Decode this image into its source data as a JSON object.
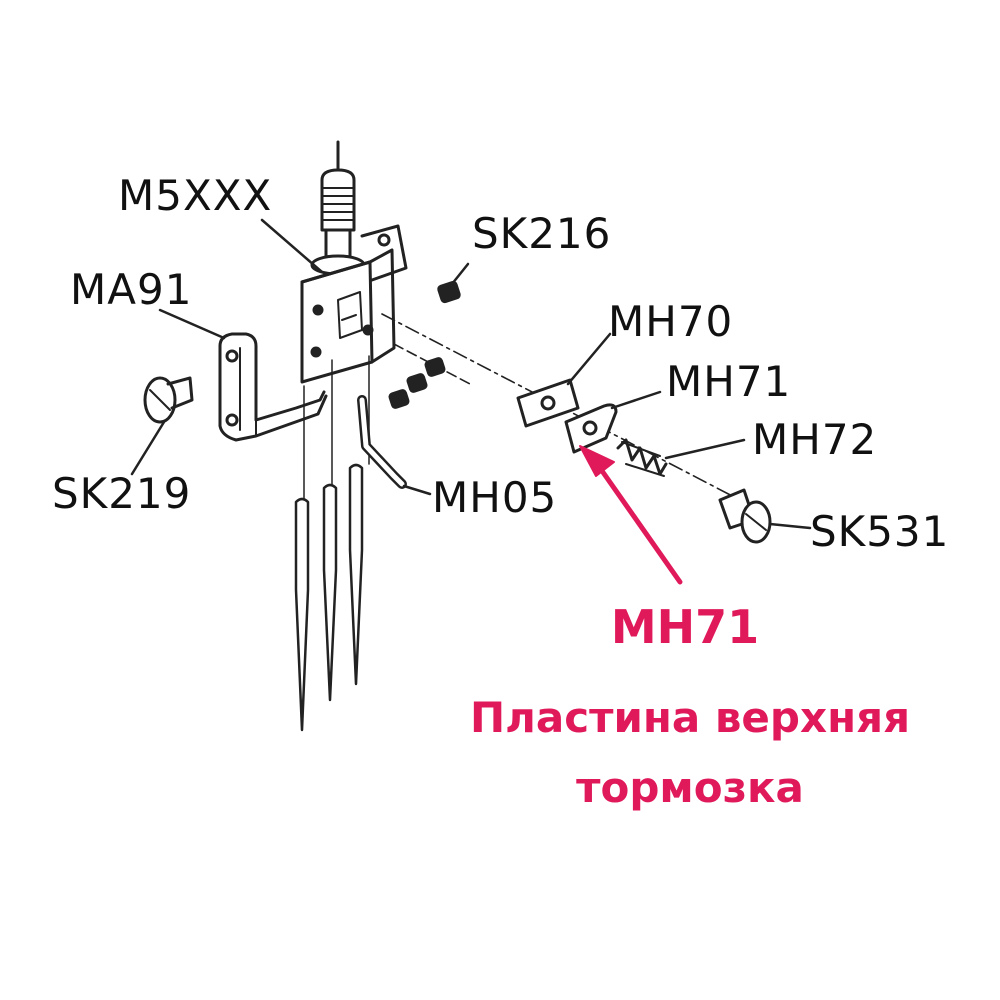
{
  "labels": {
    "m5xxx": "M5XXX",
    "sk216": "SK216",
    "ma91": "MA91",
    "mh70": "MH70",
    "mh71": "MH71",
    "mh72": "MH72",
    "sk219": "SK219",
    "mh05": "MH05",
    "sk531": "SK531"
  },
  "highlight": {
    "code": "MH71",
    "description_line1": "Пластина верхняя",
    "description_line2": "тормозка",
    "color": "#e0195a"
  }
}
